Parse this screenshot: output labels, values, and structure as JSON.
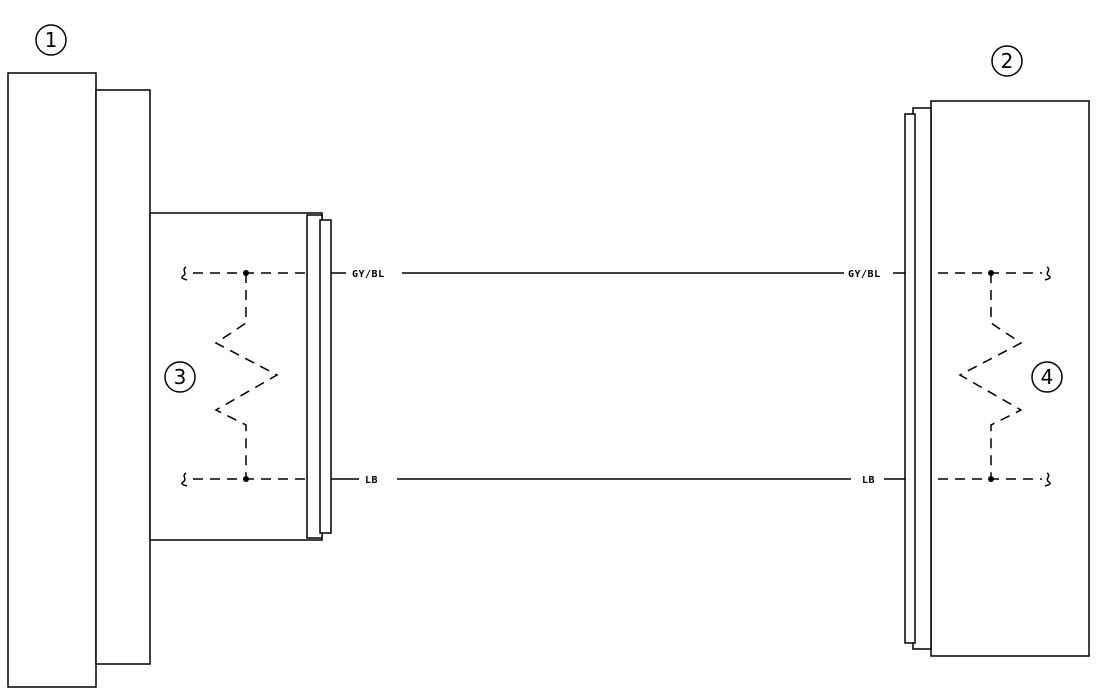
{
  "callouts": {
    "c1": "1",
    "c2": "2",
    "c3": "3",
    "c4": "4"
  },
  "wires": {
    "top_left_label": "GY/BL",
    "top_right_label": "GY/BL",
    "bottom_left_label": "LB",
    "bottom_right_label": "LB"
  }
}
